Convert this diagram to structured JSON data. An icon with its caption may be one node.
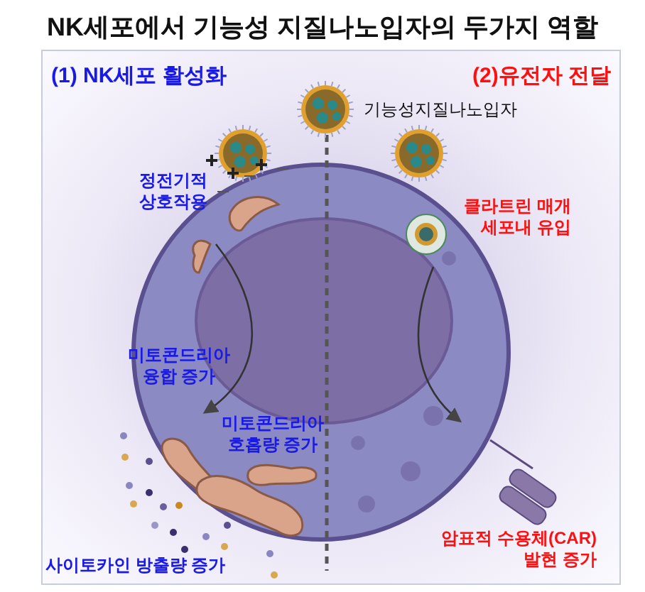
{
  "diagram": {
    "title": "NK세포에서 기능성 지질나노입자의 두가지 역할",
    "labels": [
      "(1) NK세포 활성화",
      "(2)유전자 전달",
      "기능성지질나노입자",
      "정전기적 상호작용",
      "클라트린 매개 세포내 유입",
      "미토콘드리아 융합 증가",
      "미토콘드리아 호흡량 증가",
      "사이토카인 방출량 증가",
      "암표적 수용체(CAR) 발현 증가"
    ]
  }
}
